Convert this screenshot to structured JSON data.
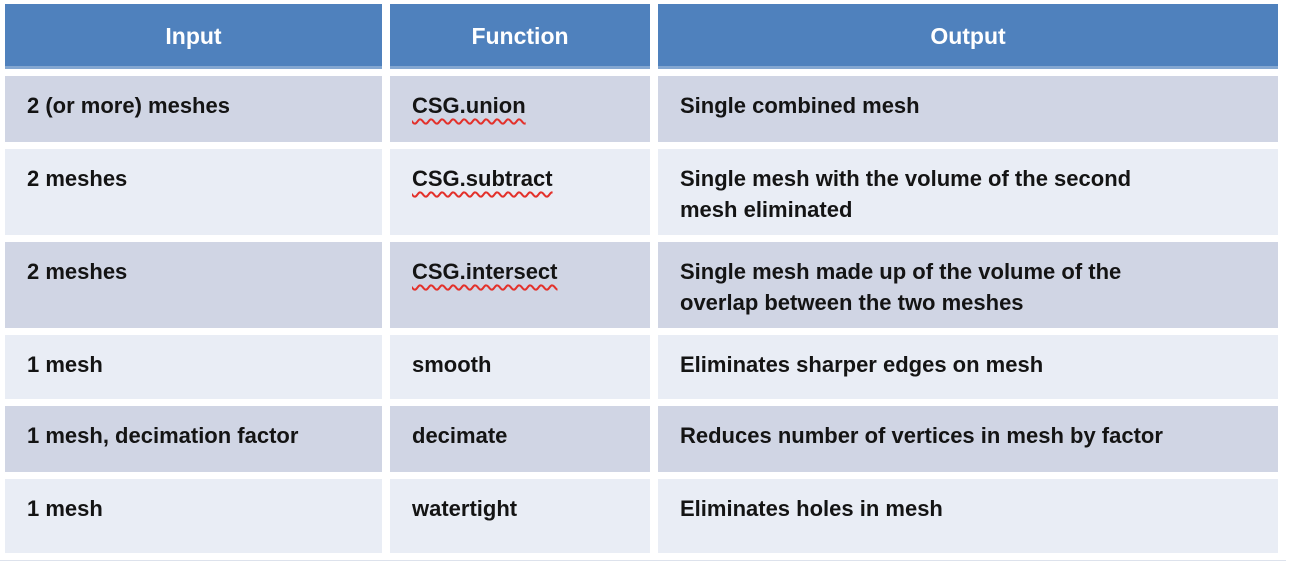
{
  "table": {
    "columns": [
      {
        "key": "input",
        "label": "Input"
      },
      {
        "key": "function",
        "label": "Function"
      },
      {
        "key": "output",
        "label": "Output"
      }
    ],
    "rows": [
      {
        "input": "2 (or more) meshes",
        "function": "CSG.union",
        "function_spellcheck_underline": true,
        "output": "Single combined mesh"
      },
      {
        "input": "2 meshes",
        "function": "CSG.subtract",
        "function_spellcheck_underline": true,
        "output": "Single mesh with the volume of the second\nmesh eliminated"
      },
      {
        "input": "2 meshes",
        "function": "CSG.intersect",
        "function_spellcheck_underline": true,
        "output": "Single mesh made up of the volume of the\noverlap between the two meshes"
      },
      {
        "input": "1 mesh",
        "function": "smooth",
        "function_spellcheck_underline": false,
        "output": "Eliminates sharper edges on mesh"
      },
      {
        "input": "1 mesh, decimation factor",
        "function": "decimate",
        "function_spellcheck_underline": false,
        "output": "Reduces number of vertices in mesh by factor"
      },
      {
        "input": "1 mesh",
        "function": "watertight",
        "function_spellcheck_underline": false,
        "output": "Eliminates holes in mesh"
      }
    ]
  },
  "colors": {
    "header_bg": "#4F81BD",
    "header_text": "#FFFFFF",
    "band_dark": "#D0D5E4",
    "band_light": "#E9EDF5",
    "body_text": "#141414",
    "spellcheck_underline": "#E3312B"
  }
}
